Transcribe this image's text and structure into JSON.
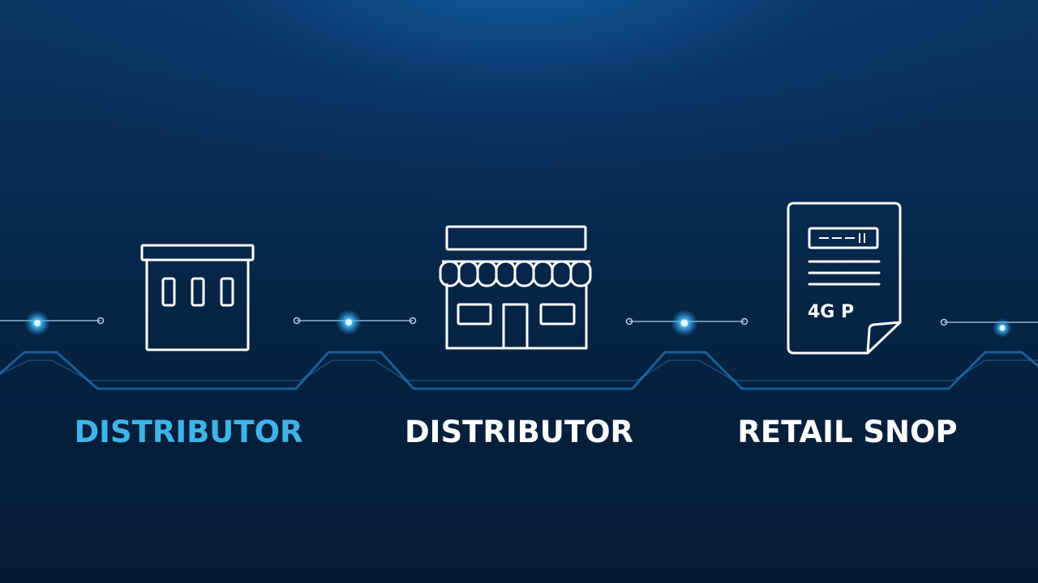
{
  "colors": {
    "background_top": "#0a3562",
    "background_bottom": "#041a33",
    "accent": "#3fb4e8",
    "icon_stroke": "#ffffff",
    "label_default": "#ffffff",
    "circuit_line": "#1f6fb0"
  },
  "nodes": [
    {
      "label": "DISTRIBUTOR",
      "icon": "warehouse-icon",
      "label_color": "#3fb4e8"
    },
    {
      "label": "DISTRIBUTOR",
      "icon": "storefront-icon",
      "label_color": "#ffffff"
    },
    {
      "label": "RETAIL SNOP",
      "icon": "receipt-document-icon",
      "label_color": "#ffffff"
    }
  ],
  "document_icon_text": "4G P"
}
